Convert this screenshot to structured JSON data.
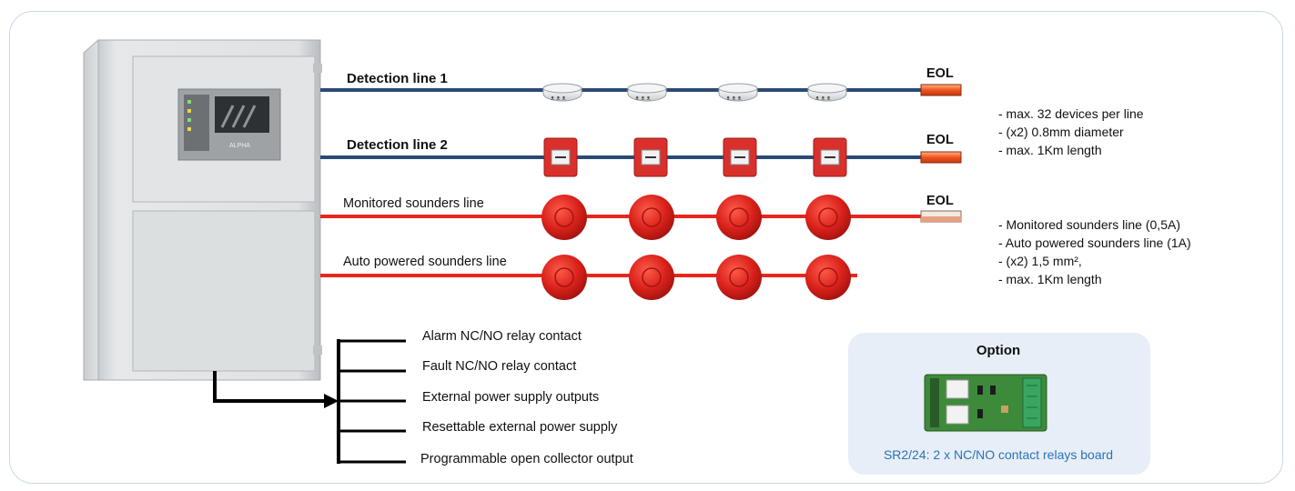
{
  "lines": {
    "detection_1": {
      "label": "Detection line 1",
      "eol": "EOL"
    },
    "detection_2": {
      "label": "Detection line 2",
      "eol": "EOL"
    },
    "monitored_sounders": {
      "label": "Monitored sounders line",
      "eol": "EOL"
    },
    "auto_sounders": {
      "label": "Auto powered sounders line"
    }
  },
  "detection_notes": [
    "- max. 32 devices per line",
    "- (x2) 0.8mm diameter",
    "- max. 1Km length"
  ],
  "sounder_notes": [
    "- Monitored sounders line (0,5A)",
    "- Auto powered sounders line (1A)",
    "- (x2) 1,5 mm²,",
    "- max. 1Km length"
  ],
  "outputs": [
    "Alarm NC/NO relay contact",
    "Fault NC/NO relay contact",
    "External power supply outputs",
    "Resettable external power supply",
    "Programmable open collector output"
  ],
  "option": {
    "title": "Option",
    "caption": "SR2/24: 2 x NC/NO contact relays board"
  },
  "panel_brand": "ALPHA",
  "colors": {
    "detection_line": "#2b4a75",
    "sounder_line": "#e8261c",
    "sounder_body": "#d8201a",
    "call_point": "#d9302c",
    "option_bg": "#e7eef7",
    "caption_blue": "#2a73b8"
  }
}
